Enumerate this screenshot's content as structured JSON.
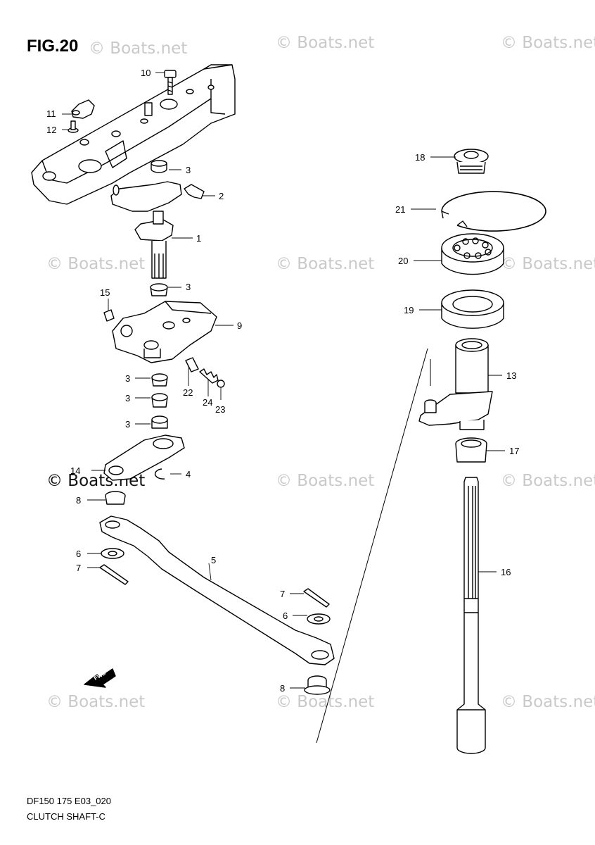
{
  "figure": {
    "title": "FIG.20"
  },
  "watermark": {
    "text": "© Boats.net"
  },
  "footer": {
    "model_code": "DF150 175 E03_020",
    "caption": "CLUTCH SHAFT-C"
  },
  "fwd_icon": {
    "label": "FWD"
  },
  "callouts": {
    "c1": "1",
    "c2": "2",
    "c3": "3",
    "c4": "4",
    "c5": "5",
    "c6": "6",
    "c7": "7",
    "c8": "8",
    "c9": "9",
    "c10": "10",
    "c11": "11",
    "c12": "12",
    "c13": "13",
    "c14": "14",
    "c15": "15",
    "c16": "16",
    "c17": "17",
    "c18": "18",
    "c19": "19",
    "c20": "20",
    "c21": "21",
    "c22": "22",
    "c23": "23",
    "c24": "24"
  },
  "colors": {
    "line": "#000000",
    "watermark": "#c9c9c9"
  }
}
